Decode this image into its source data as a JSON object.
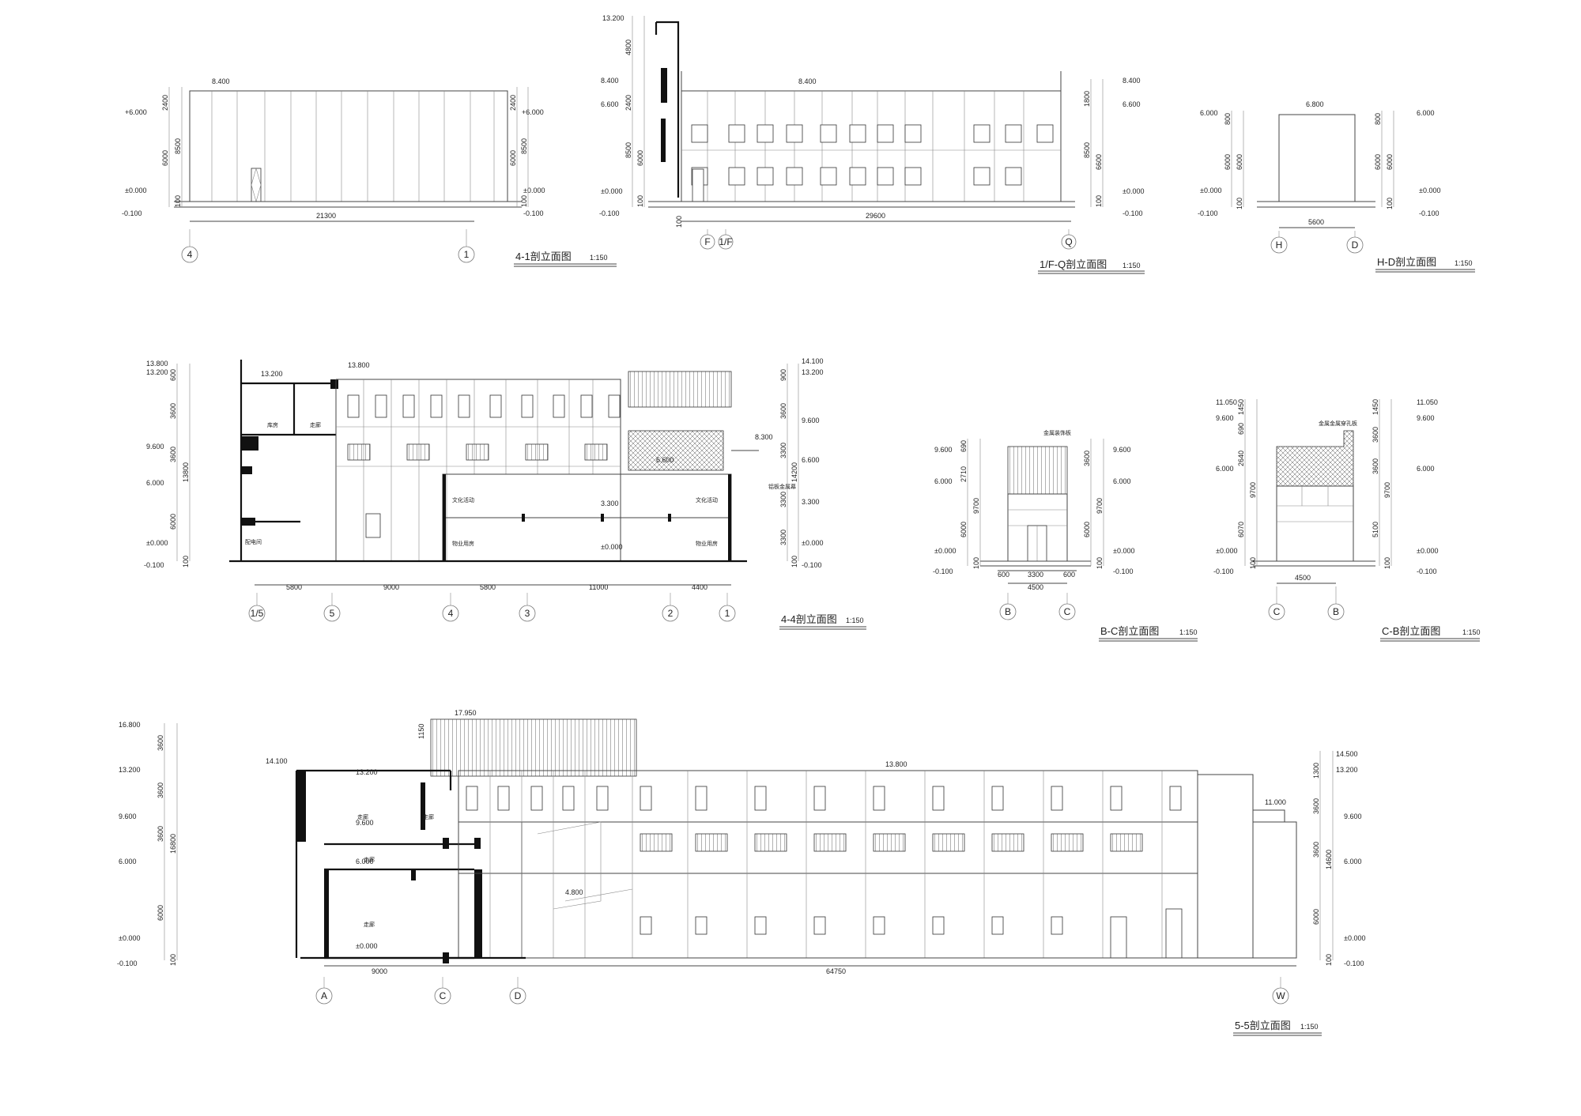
{
  "sheet": {
    "drawings": [
      {
        "id": "s1",
        "title": "4-1剖立面图",
        "scale": "1:150",
        "levels_left": [
          "+6.000",
          "±0.000",
          "-0.100"
        ],
        "levels_right": [
          "+6.000",
          "±0.000",
          "-0.100"
        ],
        "top_level": "8.400",
        "dims_left": [
          "2400",
          "6000",
          "8500",
          "100"
        ],
        "dims_right": [
          "2400",
          "6000",
          "8500",
          "100"
        ],
        "span": "21300",
        "axes": [
          "4",
          "1"
        ]
      },
      {
        "id": "s2",
        "title": "1/F-Q剖立面图",
        "scale": "1:150",
        "levels_left": [
          "13.200",
          "8.400",
          "6.600",
          "±0.000",
          "-0.100"
        ],
        "levels_right": [
          "8.400",
          "6.600",
          "±0.000",
          "-0.100"
        ],
        "top_level": "8.400",
        "dims_left": [
          "4800",
          "2400",
          "8500",
          "6000",
          "100"
        ],
        "dims_right": [
          "1800",
          "8500",
          "6600",
          "100"
        ],
        "span": "29600",
        "span_small": "100",
        "axes": [
          "F",
          "1/F",
          "Q"
        ]
      },
      {
        "id": "s3",
        "title": "H-D剖立面图",
        "scale": "1:150",
        "levels_left": [
          "6.000",
          "±0.000",
          "-0.100"
        ],
        "levels_right": [
          "6.000",
          "±0.000",
          "-0.100"
        ],
        "top_level": "6.800",
        "dims_left": [
          "800",
          "6000",
          "6000",
          "100"
        ],
        "dims_right": [
          "800",
          "6000",
          "6000",
          "100"
        ],
        "span": "5600",
        "axes": [
          "H",
          "D"
        ]
      },
      {
        "id": "s4",
        "title": "4-4剖立面图",
        "scale": "1:150",
        "levels_left": [
          "13.800",
          "13.200",
          "9.600",
          "6.000",
          "±0.000",
          "-0.100"
        ],
        "levels_right": [
          "14.100",
          "13.200",
          "9.600",
          "6.600",
          "3.300",
          "±0.000",
          "-0.100"
        ],
        "levels_inner": [
          "13.200",
          "13.800",
          "6.600",
          "3.300",
          "±0.000",
          "8.300"
        ],
        "dims_left": [
          "600",
          "3600",
          "3600",
          "13800",
          "6000",
          "100"
        ],
        "dims_right": [
          "900",
          "3600",
          "3300",
          "14200",
          "3300",
          "3300",
          "100"
        ],
        "spans": [
          "5800",
          "9000",
          "5800",
          "11000",
          "4400"
        ],
        "axes": [
          "1/5",
          "5",
          "4",
          "3",
          "2",
          "1"
        ],
        "rooms": [
          "文化活动",
          "文化活动",
          "物业用房",
          "物业用房",
          "配电间",
          "库房",
          "走廊"
        ],
        "note": "铝板金属幕"
      },
      {
        "id": "s5",
        "title": "B-C剖立面图",
        "scale": "1:150",
        "levels_left": [
          "9.600",
          "6.000",
          "±0.000",
          "-0.100"
        ],
        "levels_right": [
          "9.600",
          "6.000",
          "±0.000",
          "-0.100"
        ],
        "dims_left": [
          "690",
          "2710",
          "9700",
          "6000",
          "100"
        ],
        "dims_right": [
          "3600",
          "9700",
          "6000",
          "100"
        ],
        "spans": [
          "600",
          "3300",
          "600",
          "4500"
        ],
        "axes": [
          "B",
          "C"
        ],
        "note": "金属装饰板"
      },
      {
        "id": "s6",
        "title": "C-B剖立面图",
        "scale": "1:150",
        "levels_left": [
          "11.050",
          "9.600",
          "6.000",
          "±0.000",
          "-0.100"
        ],
        "levels_right": [
          "11.050",
          "9.600",
          "6.000",
          "±0.000",
          "-0.100"
        ],
        "dims_left": [
          "1450",
          "690",
          "2640",
          "9700",
          "6070",
          "100"
        ],
        "dims_right": [
          "1450",
          "3600",
          "3600",
          "9700",
          "5100",
          "100"
        ],
        "span": "4500",
        "axes": [
          "C",
          "B"
        ],
        "note": "金属金属穿孔板"
      },
      {
        "id": "s7",
        "title": "5-5剖立面图",
        "scale": "1:150",
        "levels_left": [
          "16.800",
          "13.200",
          "9.600",
          "6.000",
          "±0.000",
          "-0.100"
        ],
        "levels_right": [
          "14.500",
          "13.200",
          "9.600",
          "6.000",
          "±0.000",
          "-0.100"
        ],
        "levels_inner": [
          "17.950",
          "14.100",
          "13.200",
          "13.800",
          "9.600",
          "6.000",
          "±0.000",
          "11.000",
          "4.800"
        ],
        "dims_left": [
          "3600",
          "3600",
          "3600",
          "16800",
          "6000",
          "100"
        ],
        "dims_right": [
          "1300",
          "3600",
          "3600",
          "14600",
          "6000",
          "100"
        ],
        "dim_top": "1150",
        "spans": [
          "9000",
          "64750"
        ],
        "axes": [
          "A",
          "C",
          "D",
          "W"
        ],
        "rooms": [
          "走廊",
          "走廊",
          "走廊",
          "走廊"
        ]
      }
    ]
  }
}
